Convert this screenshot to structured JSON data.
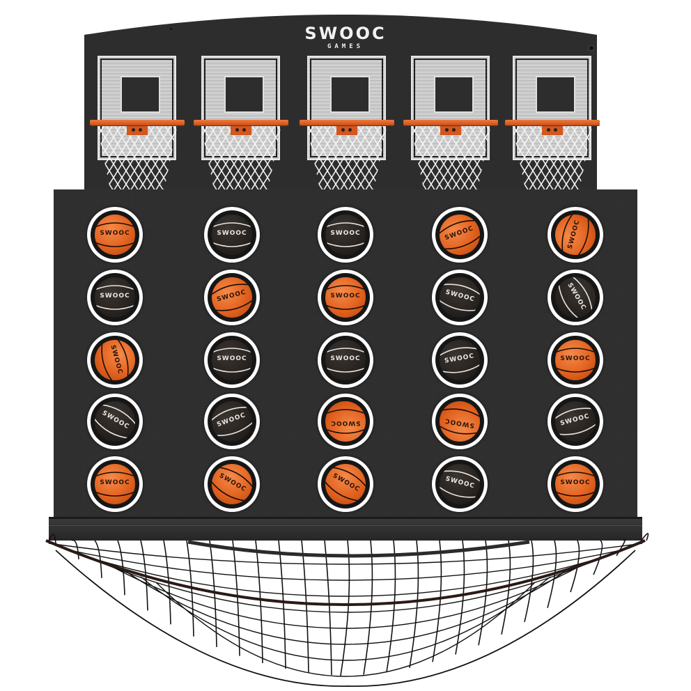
{
  "game": {
    "brand": "SWOOC",
    "brand_sub": "GAMES",
    "hoop_count": 5,
    "colors": {
      "board": "#2e2e2e",
      "orange_ball": "#e1621f",
      "black_ball": "#28231f",
      "rim": "#e0652a",
      "net": "#ffffff",
      "slot_ring": "#ffffff"
    },
    "grid": {
      "rows": 5,
      "columns": 5,
      "cells": [
        [
          "orange",
          "black",
          "black",
          "orange",
          "orange"
        ],
        [
          "black",
          "orange",
          "orange",
          "black",
          "black"
        ],
        [
          "orange",
          "black",
          "black",
          "black",
          "orange"
        ],
        [
          "black",
          "black",
          "orange",
          "orange",
          "black"
        ],
        [
          "orange",
          "orange",
          "orange",
          "black",
          "orange"
        ]
      ]
    },
    "ball_label": "SWOOC"
  }
}
